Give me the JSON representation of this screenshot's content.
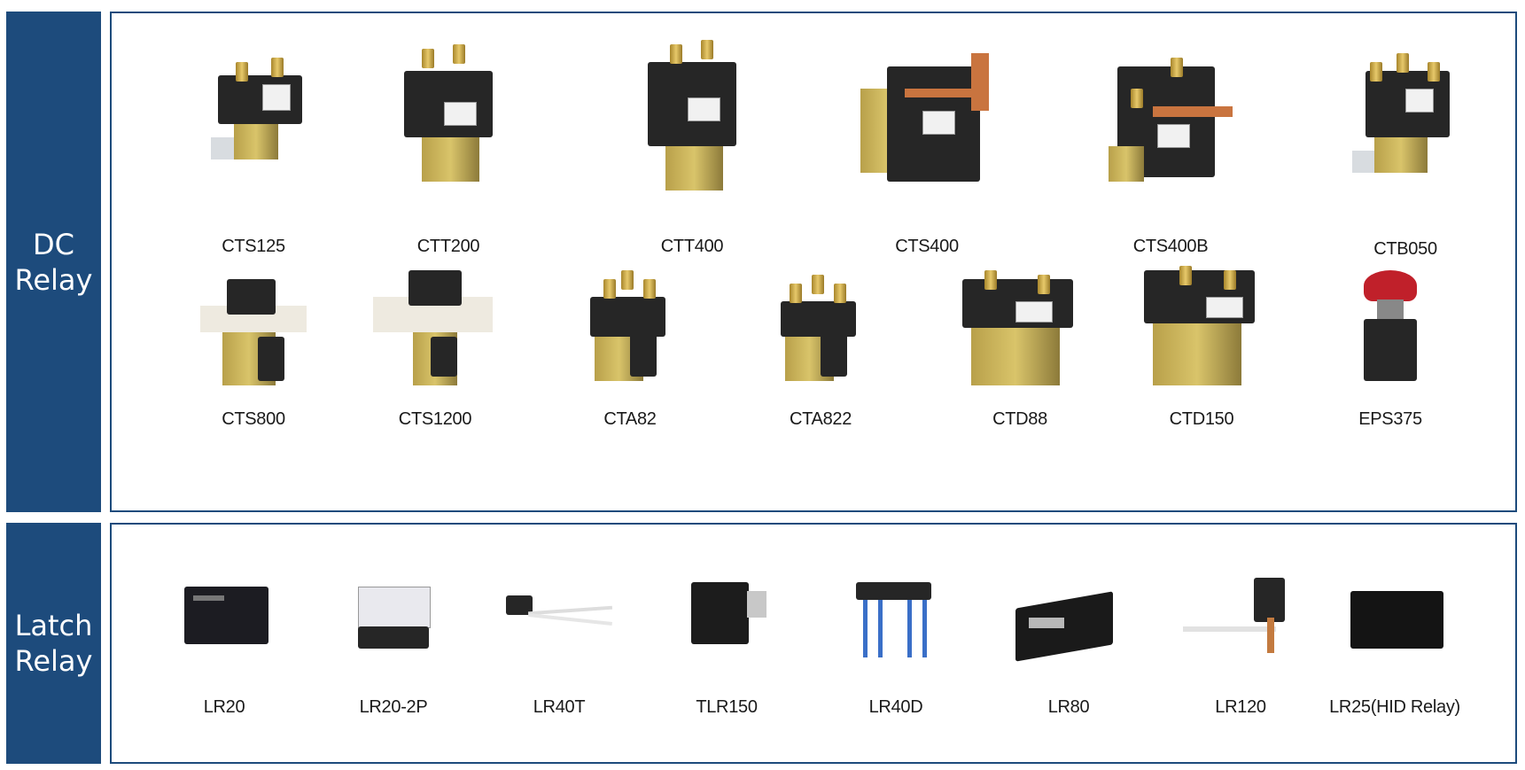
{
  "sections": {
    "dc": {
      "title_line1": "DC",
      "title_line2": "Relay"
    },
    "latch": {
      "title_line1": "Latch",
      "title_line2": "Relay"
    }
  },
  "dc_row1": [
    "CTS125",
    "CTT200",
    "CTT400",
    "CTS400",
    "CTS400B",
    "CTB050"
  ],
  "dc_row2": [
    "CTS800",
    "CTS1200",
    "CTA82",
    "CTA822",
    "CTD88",
    "CTD150",
    "EPS375"
  ],
  "latch_row": [
    "LR20",
    "LR20-2P",
    "LR40T",
    "TLR150",
    "LR40D",
    "LR80",
    "LR120",
    "LR25(HID Relay)"
  ],
  "colors": {
    "accent": "#1d4b7c",
    "background": "#ffffff",
    "text": "#1a1a1a"
  }
}
